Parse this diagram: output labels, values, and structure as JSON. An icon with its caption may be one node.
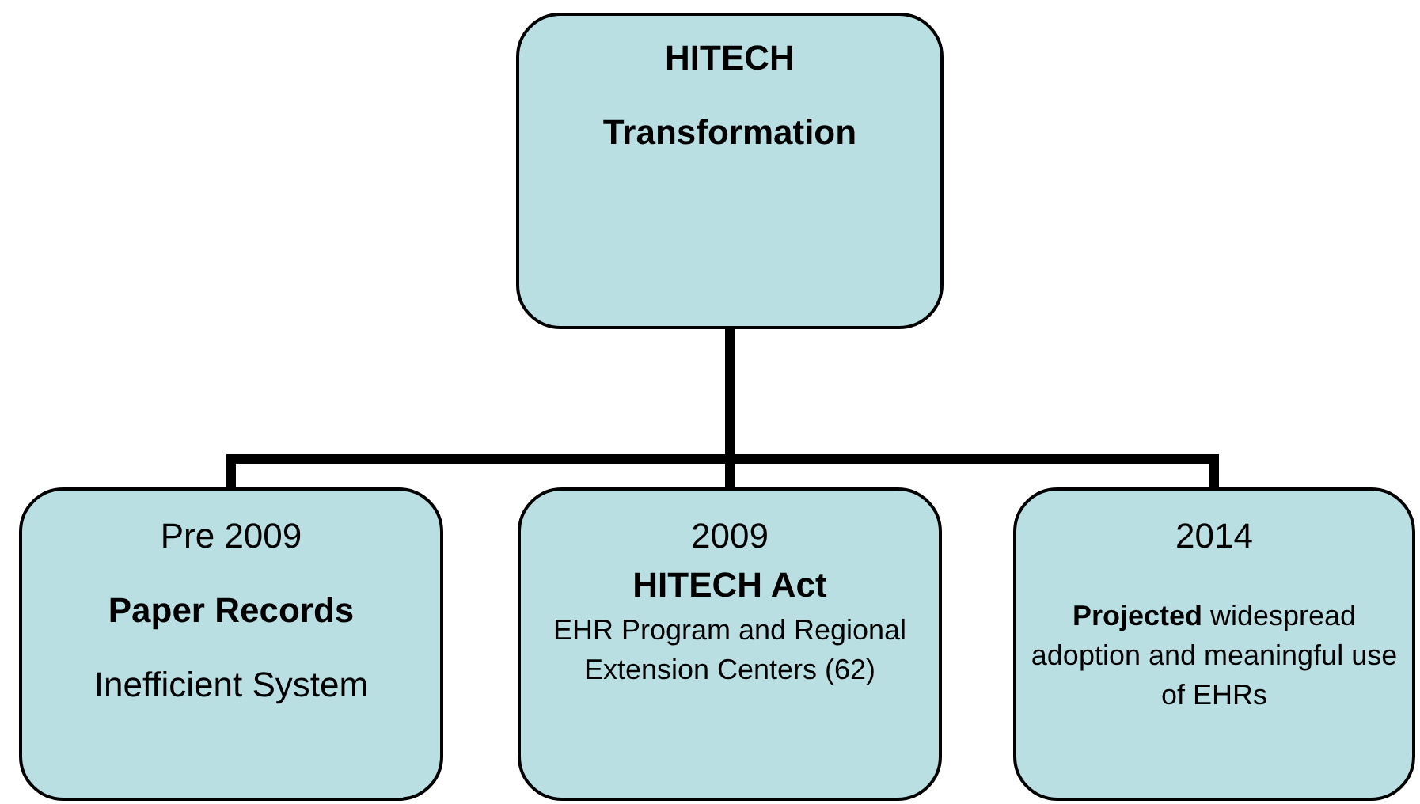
{
  "diagram": {
    "nodes": [
      {
        "text": [
          "HITECH",
          "Transformation"
        ]
      },
      {
        "text": [
          "Pre 2009",
          "Paper Records",
          "Inefficient System"
        ]
      },
      {
        "text": [
          "2009",
          "HITECH Act",
          "EHR Program and Regional Extension Centers (62)"
        ]
      },
      {
        "text": [
          "2014",
          "**Projected** widespread adoption and meaningful use of EHRs"
        ]
      }
    ],
    "edges": [
      {
        "from": 0,
        "to": 1,
        "arrow": "none"
      },
      {
        "from": 0,
        "to": 2,
        "arrow": "none"
      },
      {
        "from": 0,
        "to": 3,
        "arrow": "none"
      }
    ]
  }
}
